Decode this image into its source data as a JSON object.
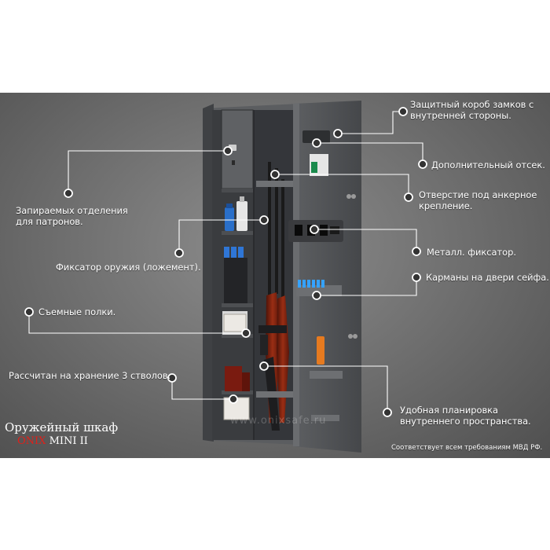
{
  "callouts": {
    "protective_box": [
      "Защитный короб  замков с",
      "внутренней стороны."
    ],
    "extra_compartment": "Дополнительный отсек.",
    "anchor_hole": [
      "Отверстие под анкерное",
      "крепление."
    ],
    "ammo_compartments": [
      "Запираемых отделения",
      "для патронов."
    ],
    "gun_holder": "Фиксатор оружия (ложемент).",
    "metal_clamp": "Металл. фиксатор.",
    "door_pockets": "Карманы на двери сейфа.",
    "removable_shelves": "Съемные полки.",
    "barrel_capacity": "Рассчитан на хранение 3 стволов.",
    "interior_layout": [
      "Удобная планировка",
      "внутреннего пространства."
    ]
  },
  "title": {
    "line1": "Оружейный шкаф",
    "brand": "ONIX",
    "model": "MINI II"
  },
  "watermark": "www.onixsafe.ru",
  "footer": "Соответствует всем требованиям МВД РФ.",
  "colors": {
    "brand_red": "#e0201a",
    "background": "#6b6b6b",
    "safe_body": "#56585a",
    "ammo_box": "#2f76d6"
  }
}
